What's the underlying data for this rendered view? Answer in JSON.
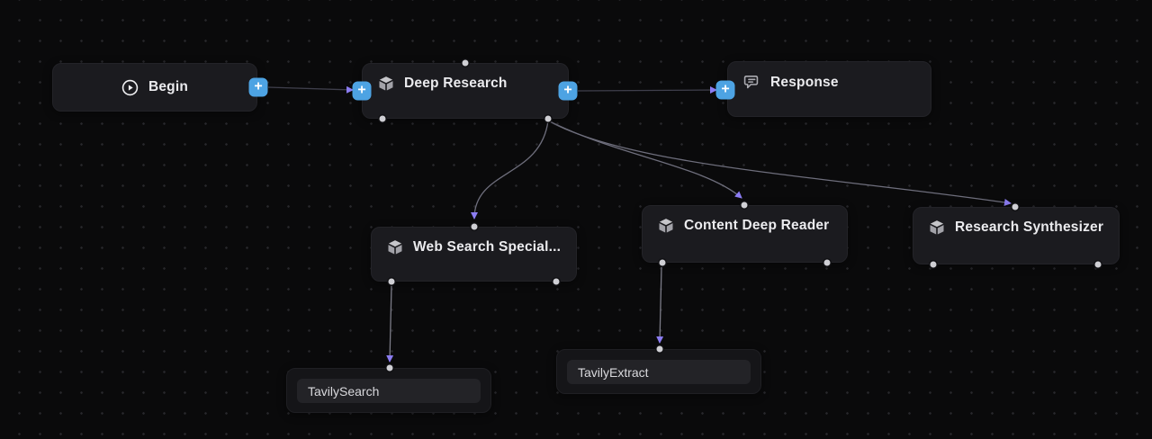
{
  "canvas": {
    "background": "#0a0a0b",
    "grid_dot_color": "#28282c",
    "edge_color": "#6e6e7c",
    "arrow_color": "#8b7cf2",
    "handle_color": "#cfcfd4",
    "plus_button_color": "#4da3e3",
    "plus_button_glyph": "+"
  },
  "nodes": {
    "begin": {
      "label": "Begin",
      "type": "begin",
      "icon": "circle-play-icon"
    },
    "deep_research": {
      "label": "Deep Research",
      "type": "agent",
      "icon": "cube-icon"
    },
    "response": {
      "label": "Response",
      "type": "response",
      "icon": "chat-bubbles-icon"
    },
    "web_search_specialist": {
      "label": "Web Search Special...",
      "type": "agent",
      "icon": "cube-icon"
    },
    "content_deep_reader": {
      "label": "Content Deep Reader",
      "type": "agent",
      "icon": "cube-icon"
    },
    "research_synthesizer": {
      "label": "Research Synthesizer",
      "type": "agent",
      "icon": "cube-icon"
    },
    "tavily_search": {
      "label": "TavilySearch",
      "type": "tool"
    },
    "tavily_extract": {
      "label": "TavilyExtract",
      "type": "tool"
    }
  },
  "edges": [
    {
      "from": "begin",
      "to": "deep_research"
    },
    {
      "from": "deep_research",
      "to": "response"
    },
    {
      "from": "deep_research",
      "to": "web_search_specialist"
    },
    {
      "from": "deep_research",
      "to": "content_deep_reader"
    },
    {
      "from": "deep_research",
      "to": "research_synthesizer"
    },
    {
      "from": "web_search_specialist",
      "to": "tavily_search"
    },
    {
      "from": "content_deep_reader",
      "to": "tavily_extract"
    }
  ]
}
